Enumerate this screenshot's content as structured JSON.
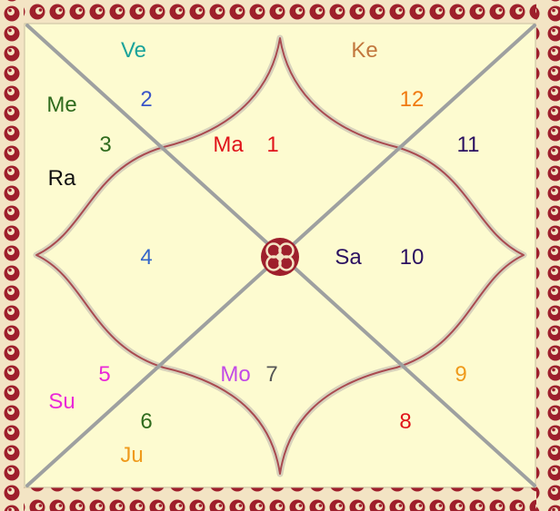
{
  "colors": {
    "background": "#fdfbd0",
    "frame_red": "#9e1f2c",
    "frame_light": "#f3e4c4",
    "diagonal": "#9ea0a0",
    "petal_outer": "#d8d2bc",
    "petal_inner": "#a94a4f"
  },
  "houses": [
    {
      "number": "1",
      "color": "#e0131a"
    },
    {
      "number": "2",
      "color": "#3a55c8"
    },
    {
      "number": "3",
      "color": "#2f6b1d"
    },
    {
      "number": "4",
      "color": "#3567c9"
    },
    {
      "number": "5",
      "color": "#ea28d8"
    },
    {
      "number": "6",
      "color": "#2f6b1d"
    },
    {
      "number": "7",
      "color": "#555555"
    },
    {
      "number": "8",
      "color": "#e0131a"
    },
    {
      "number": "9",
      "color": "#ef9a1c"
    },
    {
      "number": "10",
      "color": "#2a1060"
    },
    {
      "number": "11",
      "color": "#2a1060"
    },
    {
      "number": "12",
      "color": "#f07a10"
    }
  ],
  "planets": [
    {
      "name": "Ve",
      "color": "#1aa39a"
    },
    {
      "name": "Ke",
      "color": "#c2773d"
    },
    {
      "name": "Me",
      "color": "#2f6b1d"
    },
    {
      "name": "Ra",
      "color": "#111111"
    },
    {
      "name": "Ma",
      "color": "#e0131a"
    },
    {
      "name": "Sa",
      "color": "#2a1060"
    },
    {
      "name": "Mo",
      "color": "#c24ae6"
    },
    {
      "name": "Su",
      "color": "#ea28d8"
    },
    {
      "name": "Ju",
      "color": "#ef9a1c"
    }
  ]
}
